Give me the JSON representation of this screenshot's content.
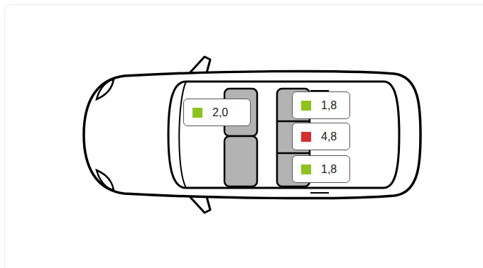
{
  "diagram": {
    "nodes": [
      {
        "text": [
          "2,0"
        ]
      },
      {
        "text": [
          "1,8"
        ]
      },
      {
        "text": [
          "4,8"
        ]
      },
      {
        "text": [
          "1,8"
        ]
      }
    ]
  }
}
